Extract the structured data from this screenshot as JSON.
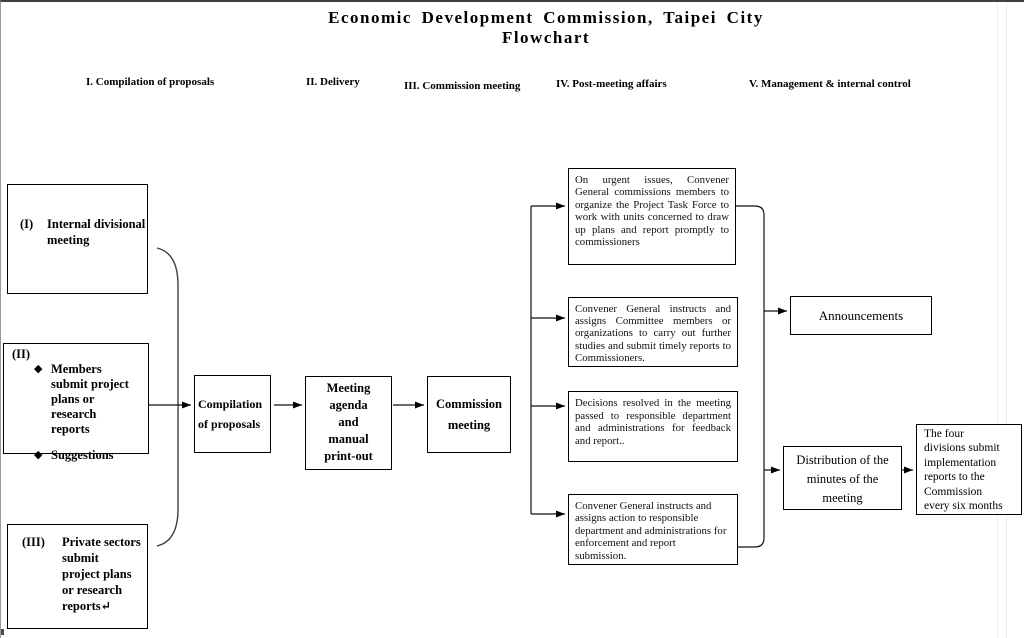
{
  "title": {
    "line1": "Economic Development Commission, Taipei City",
    "line2": "Flowchart"
  },
  "column_headers": [
    "I. Compilation of proposals",
    "II. Delivery",
    "III. Commission meeting",
    "IV. Post-meeting affairs",
    "V. Management & internal control"
  ],
  "glyphs": {
    "diamond_bullet": "◆"
  },
  "boxes": {
    "internal_meeting": {
      "prefix": "(I)",
      "text": "Internal divisional\nmeeting"
    },
    "members_suggestions": {
      "prefix": "(II)",
      "bullets": [
        "Members\nsubmit project\nplans or\nresearch\nreports",
        "Suggestions"
      ]
    },
    "private_sectors": {
      "prefix": "(III)",
      "text": "Private sectors\nsubmit\nproject plans\nor research\nreports↵"
    },
    "compilation": {
      "text": "Compilation\nof proposals"
    },
    "meeting_agenda": {
      "text": "Meeting\nagenda\nand\nmanual\nprint-out"
    },
    "commission_meeting": {
      "text": "Commission\nmeeting"
    },
    "urgent_issues": {
      "text": "On urgent issues, Convener General commissions members to organize the Project Task Force to work with units concerned to draw up plans and report promptly to commissioners"
    },
    "further_studies": {
      "text": "Convener General instructs and assigns Committee members or organizations to carry out further studies and submit timely reports to Commissioners."
    },
    "decisions_feedback": {
      "text": "Decisions resolved in the meeting passed to responsible department and administrations for feedback and report.."
    },
    "enforcement": {
      "text": "Convener General instructs and\nassigns action to responsible\ndepartment and administrations for\nenforcement and report\nsubmission."
    },
    "announcements": {
      "text": "Announcements"
    },
    "minutes_distribution": {
      "text": "Distribution of the\nminutes of the\nmeeting"
    },
    "four_divisions": {
      "text": "The four\ndivisions submit\nimplementation\nreports to the\nCommission\nevery six months"
    }
  }
}
